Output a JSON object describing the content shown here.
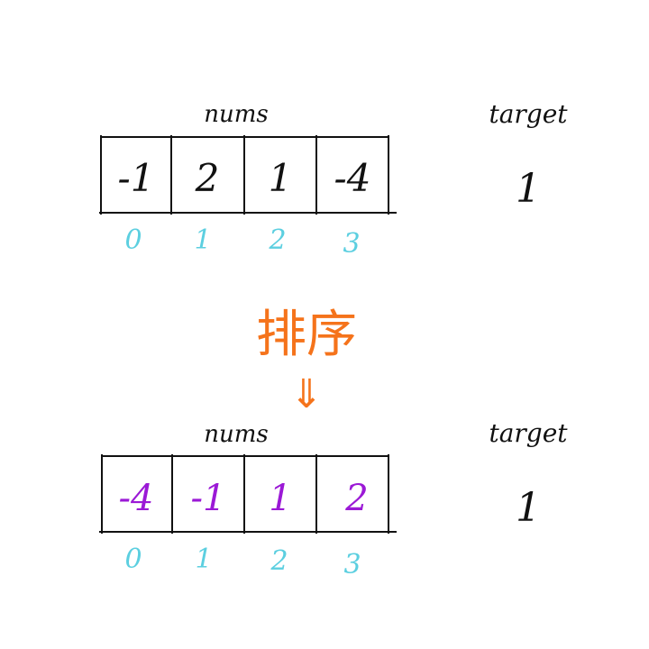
{
  "before": {
    "array_label": "nums",
    "values": [
      "-1",
      "2",
      "1",
      "-4"
    ],
    "indices": [
      "0",
      "1",
      "2",
      "3"
    ],
    "target_label": "target",
    "target_value": "1"
  },
  "transition": {
    "label": "排序",
    "arrow": "⇓"
  },
  "after": {
    "array_label": "nums",
    "values": [
      "-4",
      "-1",
      "1",
      "2"
    ],
    "indices": [
      "0",
      "1",
      "2",
      "3"
    ],
    "target_label": "target",
    "target_value": "1"
  },
  "colors": {
    "ink": "#111111",
    "index": "#5ccfe0",
    "sorted_value": "#9b19d6",
    "transition": "#f5731b"
  }
}
